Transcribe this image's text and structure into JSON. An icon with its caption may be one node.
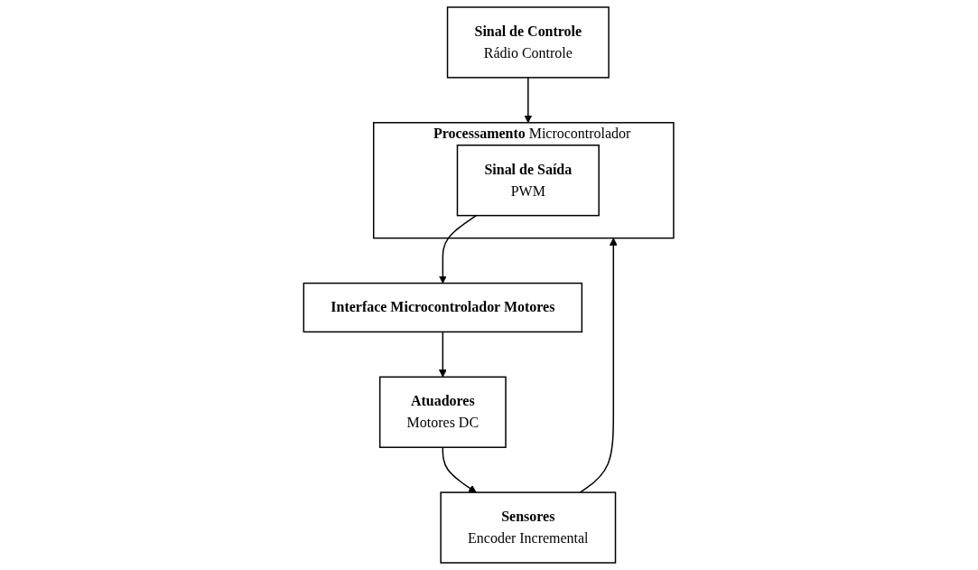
{
  "diagram": {
    "nodes": [
      {
        "text": [
          "Sinal de Controle",
          "Rádio Controle"
        ]
      },
      {
        "text": [
          "Processamento",
          "Microcontrolador"
        ]
      },
      {
        "text": [
          "Sinal de Saída",
          "PWM"
        ],
        "in": 1
      },
      {
        "text": [
          "Interface Microcontrolador Motores"
        ]
      },
      {
        "text": [
          "Atuadores",
          "Motores DC"
        ]
      },
      {
        "text": [
          "Sensores",
          "Encoder Incremental"
        ]
      }
    ],
    "edges": [
      {
        "from": 0,
        "to": 1,
        "arrow": "to"
      },
      {
        "from": 2,
        "to": 3,
        "arrow": "to"
      },
      {
        "from": 3,
        "to": 4,
        "arrow": "to"
      },
      {
        "from": 4,
        "to": 5,
        "arrow": "to"
      },
      {
        "from": 5,
        "to": 1,
        "arrow": "to"
      }
    ]
  }
}
